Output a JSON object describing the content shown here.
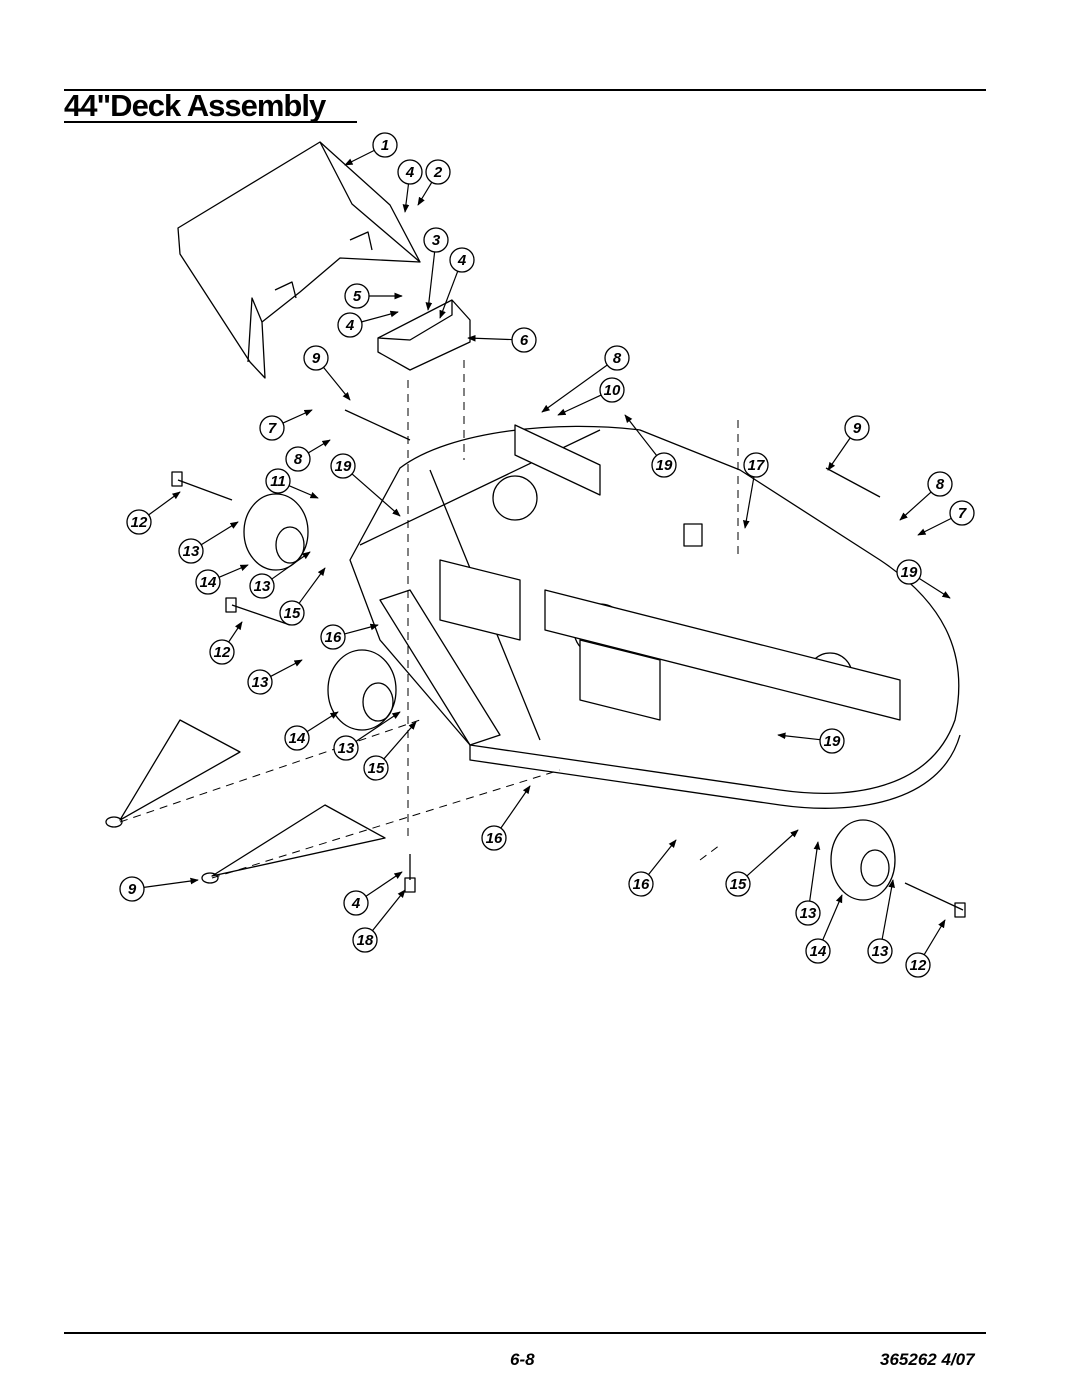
{
  "header": {
    "title": "44\"Deck Assembly"
  },
  "footer": {
    "page_number": "6-8",
    "doc_code": "365262 4/07"
  },
  "callouts": [
    "1",
    "4",
    "2",
    "3",
    "4",
    "5",
    "4",
    "6",
    "9",
    "8",
    "10",
    "7",
    "8",
    "19",
    "19",
    "17",
    "9",
    "8",
    "7",
    "11",
    "12",
    "13",
    "14",
    "13",
    "15",
    "12",
    "16",
    "13",
    "19",
    "14",
    "13",
    "15",
    "19",
    "16",
    "9",
    "4",
    "16",
    "15",
    "13",
    "18",
    "14",
    "13",
    "12"
  ]
}
